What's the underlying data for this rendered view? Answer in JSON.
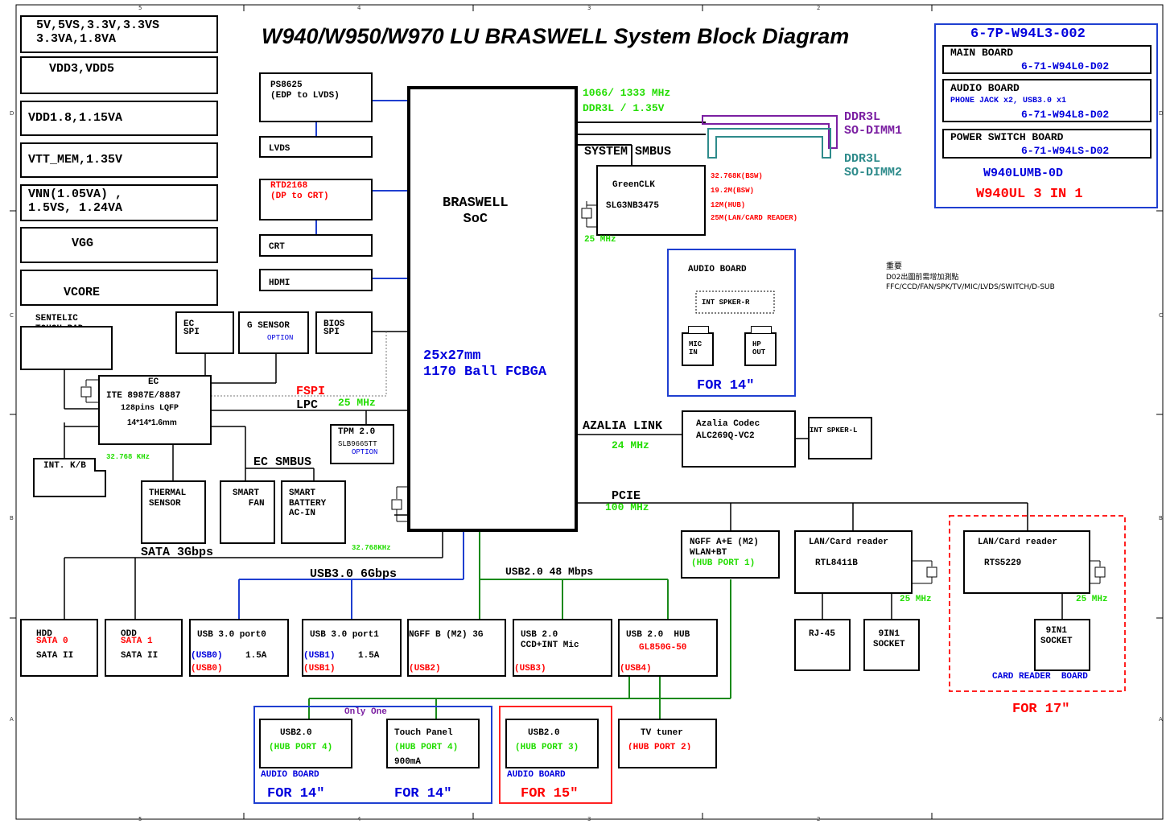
{
  "title": "W940/W950/W970 LU BRASWELL System Block Diagram",
  "power_rails": [
    "5V,5VS,3.3V,3.3VS\n3.3VA,1.8VA",
    "VDD3,VDD5",
    "VDD1.8,1.15VA",
    "VTT_MEM,1.35V",
    "VNN(1.05VA) ,\n1.5VS, 1.24VA",
    "VGG",
    "VCORE"
  ],
  "board_info": {
    "part_no": "6-7P-W94L3-002",
    "main_board": {
      "label": "MAIN BOARD",
      "part": "6-71-W94L0-D02"
    },
    "audio_board": {
      "label": "AUDIO BOARD",
      "detail": "PHONE JACK x2, USB3.0 x1",
      "part": "6-71-W94L8-D02"
    },
    "power_switch_board": {
      "label": "POWER SWITCH BOARD",
      "part": "6-71-W94LS-D02"
    },
    "model": "W940LUMB-0D",
    "variant": "W940UL 3 IN 1"
  },
  "soc": {
    "name": "BRASWELL\nSoC",
    "package": "25x27mm\n1170 Ball FCBGA"
  },
  "memory": {
    "speed": "1066/ 1333 MHz",
    "type": "DDR3L / 1.35V",
    "dimm1": "DDR3L\nSO-DIMM1",
    "dimm2": "DDR3L\nSO-DIMM2",
    "smbus": "SYSTEM SMBUS"
  },
  "clock": {
    "name": "GreenCLK",
    "part": "SLG3NB3475",
    "crystal": "25 MHz",
    "outputs": [
      "32.768K(BSW)",
      "19.2M(BSW)",
      "12M(HUB)",
      "25M(LAN/CARD READER)"
    ]
  },
  "display": {
    "ps8625": "PS8625\n(EDP to LVDS)",
    "lvds": "LVDS",
    "rtd2168": "RTD2168\n(DP to CRT)",
    "crt": "CRT",
    "hdmi": "HDMI"
  },
  "audio_board_14": {
    "title": "AUDIO BOARD",
    "spk": "INT SPKER-R",
    "mic": "MIC\nIN",
    "hp": "HP\nOUT",
    "for": "FOR 14\""
  },
  "note": {
    "line1": "重要",
    "line2": "D02出圖前需增加測點",
    "line3": "FFC/CCD/FAN/SPK/TV/MIC/LVDS/SWITCH/D-SUB"
  },
  "ec": {
    "touchpad": "SENTELIC\nTOUCH PAD",
    "ec_spi": "EC\nSPI",
    "gsensor": "G SENSOR",
    "gsensor_opt": "OPTION",
    "bios_spi": "BIOS\nSPI",
    "ec_title": "EC",
    "ec_part": "ITE 8987E/8887",
    "ec_pkg": "128pins LQFP",
    "ec_size": "14*14*1.6mm",
    "fspi": "FSPI",
    "lpc": "LPC",
    "lpc_freq": "25 MHz",
    "tpm": "TPM 2.0",
    "tpm_part": "SLB9665TT",
    "tpm_opt": "OPTION",
    "kb": "INT. K/B",
    "rtc": "32.768 KHz",
    "ec_smbus": "EC SMBUS",
    "thermal": "THERMAL\nSENSOR",
    "fan": "SMART\n   FAN",
    "battery": "SMART\nBATTERY\nAC-IN",
    "rtc2": "32.768KHz"
  },
  "azalia": {
    "link": "AZALIA LINK",
    "freq": "24 MHz",
    "codec": "Azalia Codec\nALC269Q-VC2",
    "spk_l": "INT SPKER-L"
  },
  "pcie": {
    "label": "PCIE",
    "freq": "100 MHz",
    "ngff": "NGFF A+E (M2)\nWLAN+BT",
    "ngff_port": "(HUB PORT 1)",
    "lan1_title": "LAN/Card reader",
    "lan1_part": "RTL8411B",
    "lan1_xtal": "25 MHz",
    "rj45": "RJ-45",
    "socket1": "9IN1\nSOCKET",
    "lan2_title": "LAN/Card reader",
    "lan2_part": "RTS5229",
    "lan2_xtal": "25 MHz",
    "socket2": "9IN1\nSOCKET",
    "crb": "CARD READER  BOARD",
    "for17": "FOR 17\""
  },
  "buses": {
    "sata": "SATA 3Gbps",
    "usb3": "USB3.0 6Gbps",
    "usb2": "USB2.0 48 Mbps"
  },
  "ports": {
    "hdd": "HDD",
    "sata0": "SATA 0",
    "hdd_sata": "SATA II",
    "odd": "ODD",
    "sata1": "SATA 1",
    "odd_sata": "SATA II",
    "usb30_0": "USB 3.0 port0",
    "usb30_0_a": "(USB0)",
    "usb30_0_cur": "1.5A",
    "usb30_0_b": "(USB0)",
    "usb30_1": "USB 3.0 port1",
    "usb30_1_a": "(USB1)",
    "usb30_1_cur": "1.5A",
    "usb30_1_b": "(USB1)",
    "ngffb": "NGFF B (M2) 3G",
    "ngffb_usb": "(USB2)",
    "ccd": "USB 2.0\nCCD+INT Mic",
    "ccd_usb": "(USB3)",
    "hub": "USB 2.0  HUB",
    "hub_part": "GL850G-50",
    "hub_usb": "(USB4)"
  },
  "bottom": {
    "only_one": "Only One",
    "usb20_a": "USB2.0",
    "usb20_a_port": "(HUB PORT 4)",
    "touch": "Touch Panel",
    "touch_port": "(HUB PORT 4)",
    "touch_cur": "900mA",
    "ab1": "AUDIO BOARD",
    "for14a": "FOR 14\"",
    "for14b": "FOR 14\"",
    "usb20_b": "USB2.0",
    "usb20_b_port": "(HUB PORT 3)",
    "ab2": "AUDIO BOARD",
    "for15": "FOR 15\"",
    "tv": "TV tuner",
    "tv_port": "(HUB PORT 2)"
  },
  "ruler": {
    "top": [
      "5",
      "4",
      "3",
      "2"
    ],
    "left": [
      "D",
      "C",
      "B",
      "A"
    ]
  },
  "colors": {
    "blue": "#0000dd",
    "green": "#22dd00",
    "red": "#ff0000",
    "bus_green": "#1a8a1a",
    "bus_blue": "#1f3fd0",
    "purple": "#7b1fa2",
    "teal": "#2e8b8b"
  }
}
